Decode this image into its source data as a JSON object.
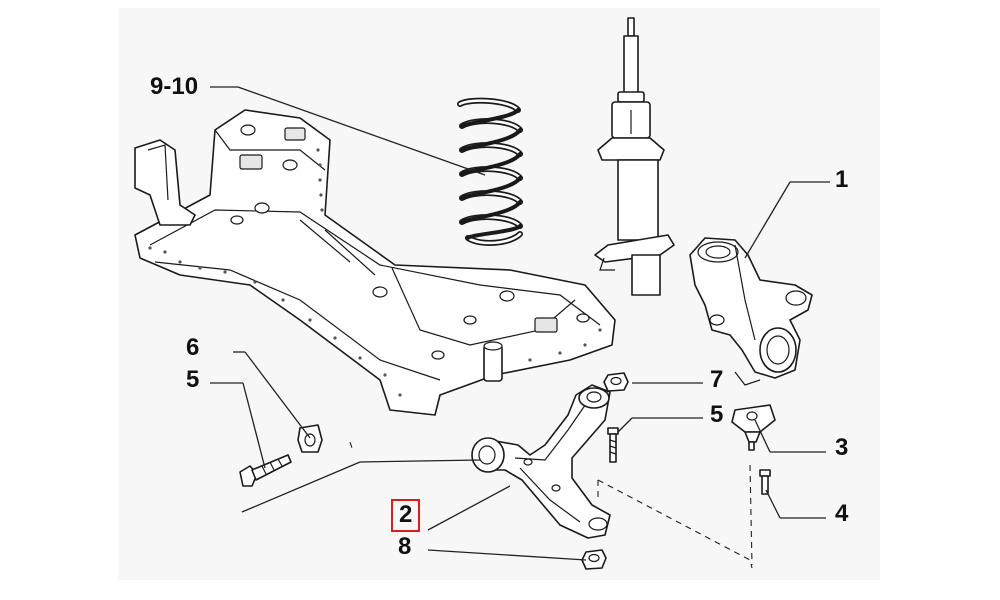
{
  "callouts": {
    "spring": "9-10",
    "steering_knuckle": "1",
    "control_arm": "2",
    "ball_joint": "3",
    "ball_joint_bolt": "4",
    "bolt_upper": "5",
    "bolt_left": "5",
    "washer_plate": "6",
    "nut_top": "7",
    "nut_bottom": "8"
  },
  "highlight_color": "#d21f1f"
}
